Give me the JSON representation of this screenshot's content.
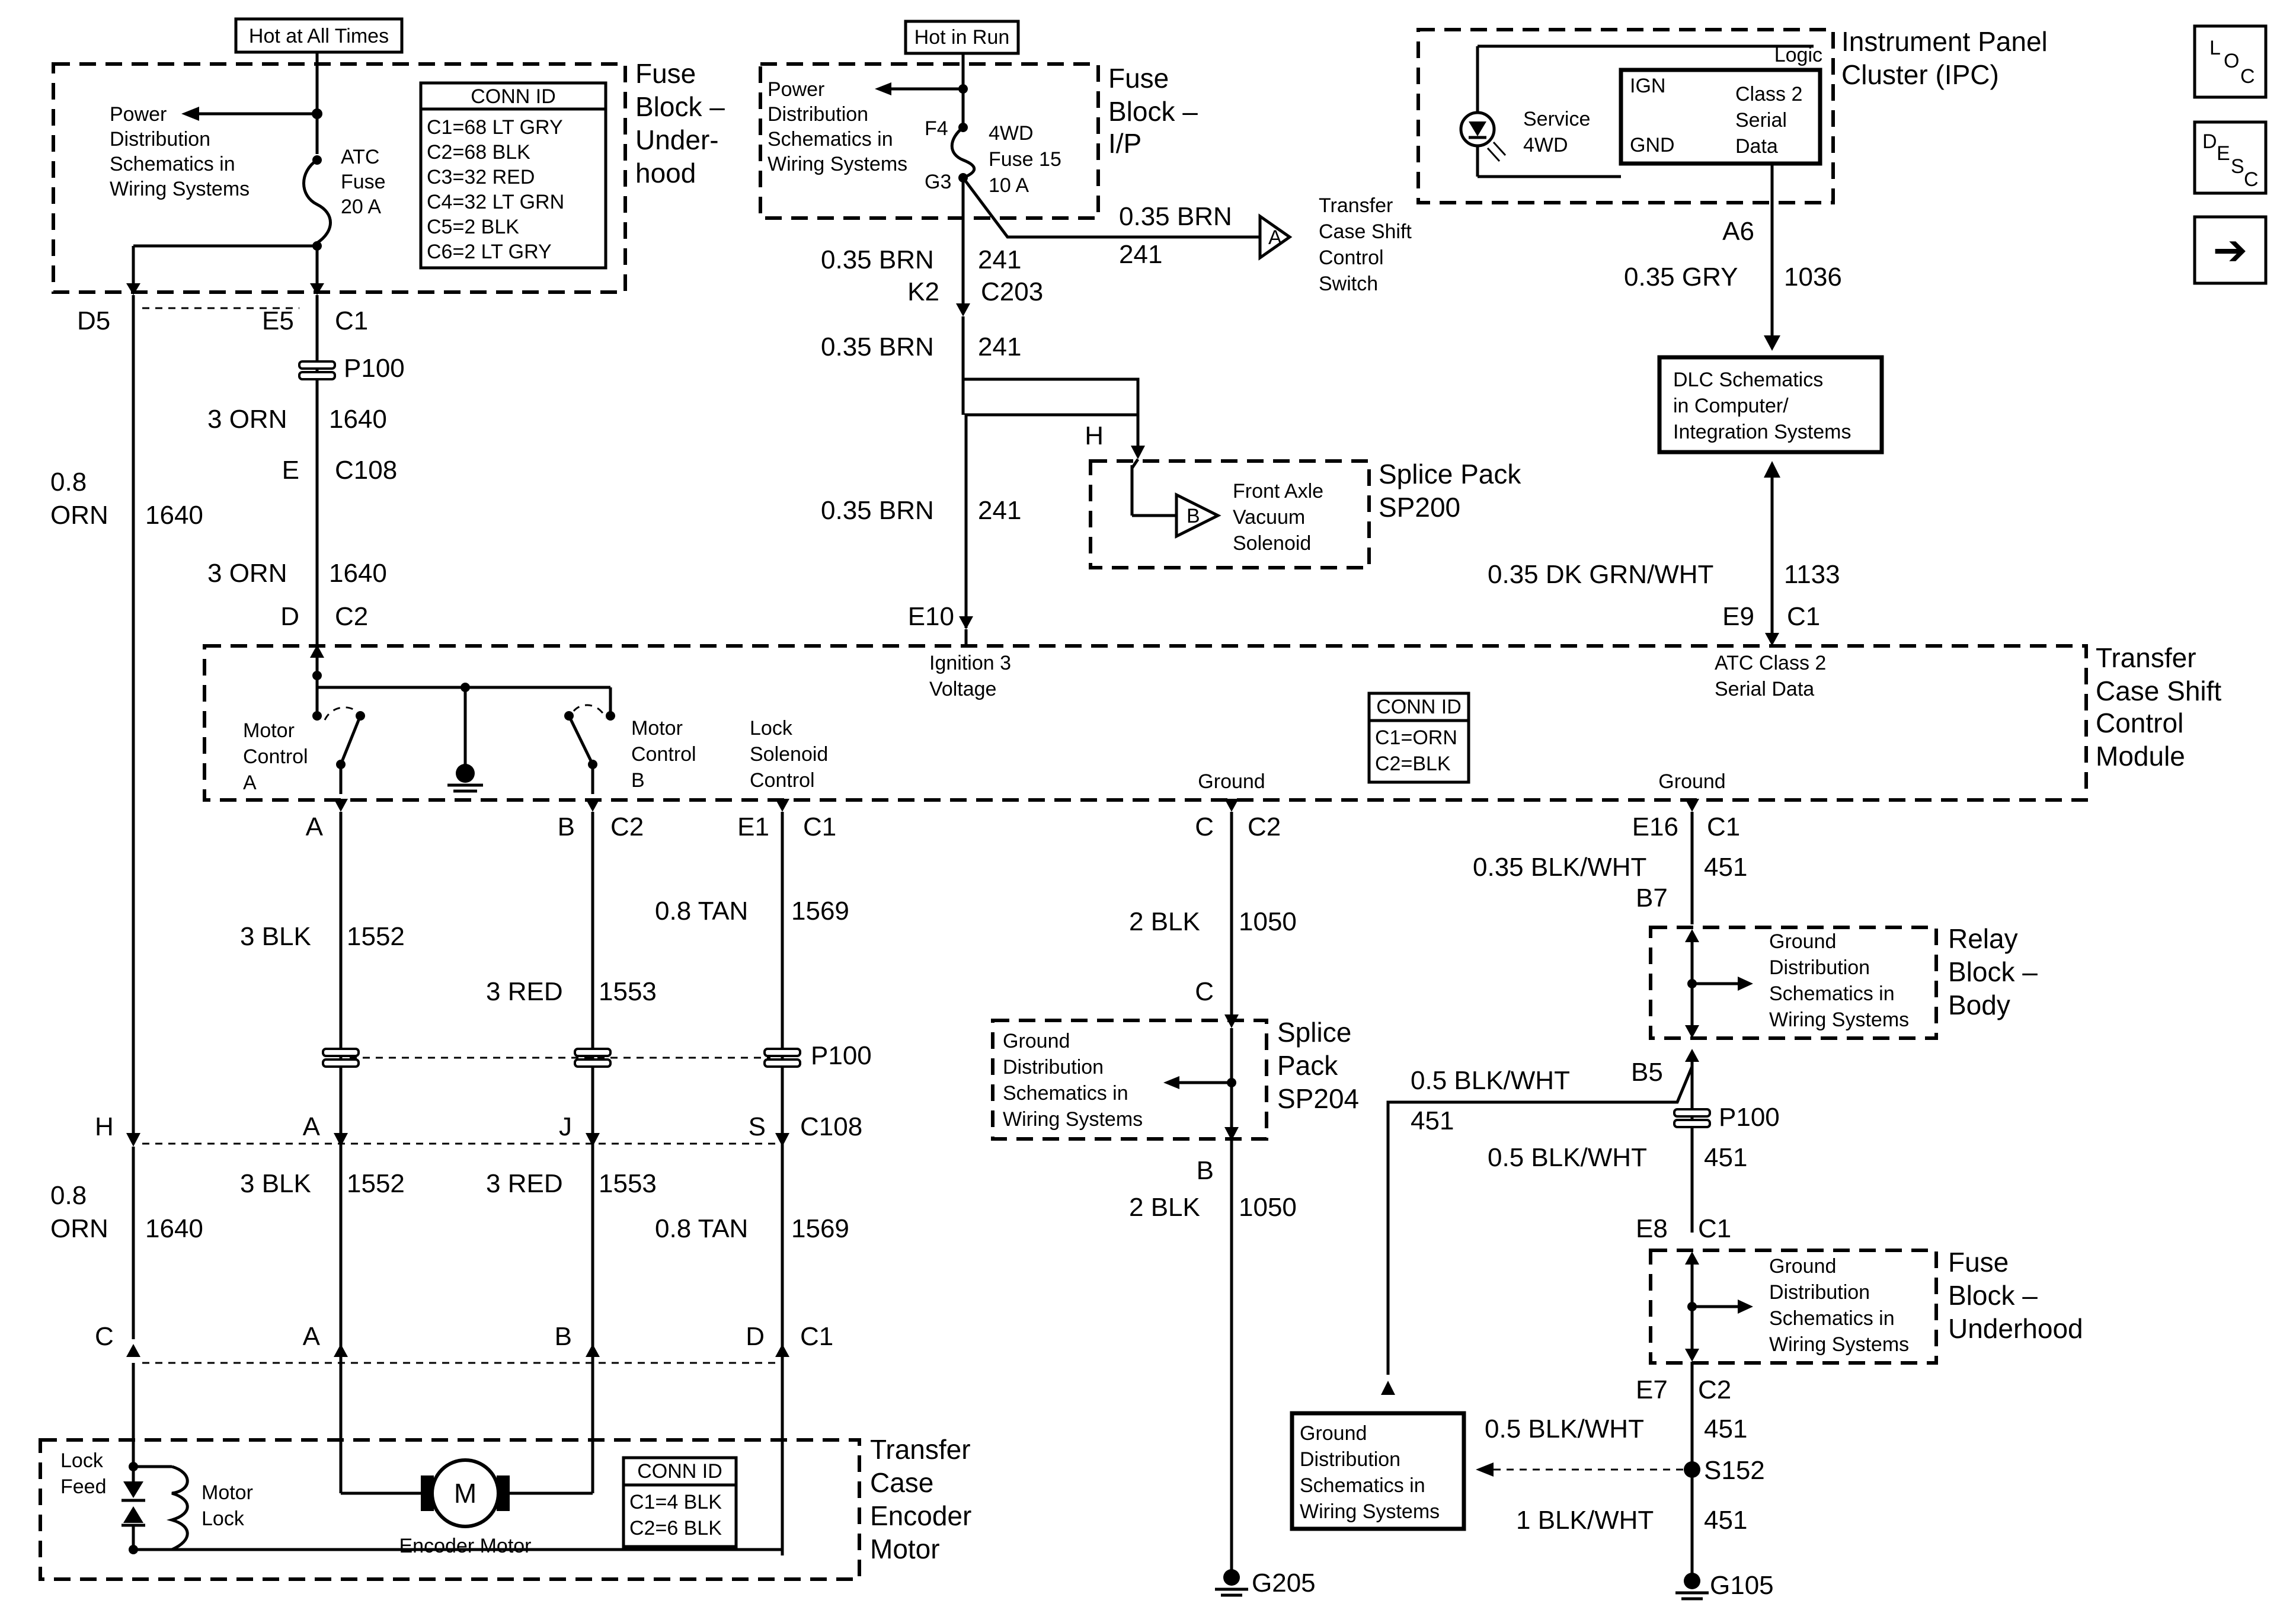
{
  "top": {
    "hot_all_times": "Hot at All Times",
    "hot_in_run": "Hot in Run"
  },
  "fuse_block_underhood": {
    "title": [
      "Fuse",
      "Block –",
      "Under-",
      "hood"
    ],
    "power_dist": [
      "Power",
      "Distribution",
      "Schematics in",
      "Wiring Systems"
    ],
    "fuse": [
      "ATC",
      "Fuse",
      "20 A"
    ],
    "conn_id_title": "CONN ID",
    "conn_ids": [
      "C1=68 LT GRY",
      "C2=68 BLK",
      "C3=32 RED",
      "C4=32 LT GRN",
      "C5=2 BLK",
      "C6=2 LT GRY"
    ]
  },
  "fuse_block_ip": {
    "title": [
      "Fuse",
      "Block –",
      "I/P"
    ],
    "power_dist": [
      "Power",
      "Distribution",
      "Schematics in",
      "Wiring Systems"
    ],
    "pin_top": "F4",
    "pin_bottom": "G3",
    "fuse": [
      "4WD",
      "Fuse 15",
      "10 A"
    ]
  },
  "ipc": {
    "title": [
      "Instrument Panel",
      "Cluster (IPC)"
    ],
    "logic": "Logic",
    "ign": "IGN",
    "gnd": "GND",
    "class2": [
      "Class 2",
      "Serial",
      "Data"
    ],
    "service": [
      "Service",
      "4WD"
    ]
  },
  "side_icons": {
    "loc": [
      "L",
      "O",
      "C"
    ],
    "desc": [
      "D",
      "E",
      "S",
      "C"
    ],
    "arrow": "➔"
  },
  "transfer_case_switch": {
    "connector": "A",
    "label": [
      "Transfer",
      "Case Shift",
      "Control",
      "Switch"
    ]
  },
  "dlc": {
    "label": [
      "DLC Schematics",
      "in Computer/",
      "Integration Systems"
    ]
  },
  "splice_sp200": {
    "title": [
      "Splice Pack",
      "SP200"
    ],
    "pin": "H",
    "connector": "B",
    "label": [
      "Front Axle",
      "Vacuum",
      "Solenoid"
    ]
  },
  "module": {
    "title": [
      "Transfer",
      "Case Shift",
      "Control",
      "Module"
    ],
    "ignition": [
      "Ignition 3",
      "Voltage"
    ],
    "atc_data": [
      "ATC Class 2",
      "Serial Data"
    ],
    "motor_a": [
      "Motor",
      "Control",
      "A"
    ],
    "motor_b": [
      "Motor",
      "Control",
      "B"
    ],
    "lock_solenoid": [
      "Lock",
      "Solenoid",
      "Control"
    ],
    "ground1": "Ground",
    "ground2": "Ground",
    "conn_id_title": "CONN ID",
    "conn_ids": [
      "C1=ORN",
      "C2=BLK"
    ]
  },
  "wires": {
    "d5": "D5",
    "e5": "E5",
    "c1_top": "C1",
    "p100_a": "P100",
    "orn3_a": "3 ORN",
    "w1640_a": "1640",
    "e_c108": "E",
    "c108_a": "C108",
    "orn08_a": [
      "0.8",
      "ORN"
    ],
    "w1640_left_a": "1640",
    "orn3_b": "3 ORN",
    "w1640_b": "1640",
    "d_pin": "D",
    "c2_pin": "C2",
    "brn_a": "0.35 BRN",
    "w241_a": "241",
    "k2": "K2",
    "c203": "C203",
    "brn_b": "0.35 BRN",
    "w241_b": "241",
    "brn_c": "0.35 BRN",
    "w241_c": "241",
    "brn_d": "0.35 BRN",
    "w241_d": "241",
    "e10": "E10",
    "a6": "A6",
    "gry": "0.35 GRY",
    "w1036": "1036",
    "dkgrn": "0.35 DK GRN/WHT",
    "w1133": "1133",
    "e9": "E9",
    "c1_e9": "C1",
    "pin_a": "A",
    "pin_b": "B",
    "c2_b": "C2",
    "e1": "E1",
    "c1_e1": "C1",
    "pin_c": "C",
    "c2_c": "C2",
    "e16": "E16",
    "c1_e16": "C1",
    "blk3_a": "3 BLK",
    "w1552_a": "1552",
    "red3_a": "3 RED",
    "w1553_a": "1553",
    "tan_a": "0.8 TAN",
    "w1569_a": "1569",
    "blk2_a": "2 BLK",
    "w1050_a": "1050",
    "blkwht035": "0.35 BLK/WHT",
    "w451_a": "451",
    "b7": "B7",
    "c_sp204": "C",
    "p100_b": "P100",
    "h_pin": "H",
    "a_pin2": "A",
    "j_pin": "J",
    "s_pin": "S",
    "c108_b": "C108",
    "blkwht05_a": "0.5 BLK/WHT",
    "w451_b": "451",
    "b5": "B5",
    "p100_c": "P100",
    "blkwht05_b": "0.5 BLK/WHT",
    "w451_c": "451",
    "orn08_b": [
      "0.8",
      "ORN"
    ],
    "w1640_left_b": "1640",
    "blk3_b": "3 BLK",
    "w1552_b": "1552",
    "red3_b": "3 RED",
    "w1553_b": "1553",
    "tan_b": "0.8 TAN",
    "w1569_b": "1569",
    "b_sp204": "B",
    "blk2_b": "2 BLK",
    "w1050_b": "1050",
    "e8": "E8",
    "c1_e8": "C1",
    "c_bot": "C",
    "a_bot": "A",
    "b_bot": "B",
    "d_bot": "D",
    "c1_bot": "C1",
    "e7": "E7",
    "c2_e7": "C2",
    "blkwht05_c": "0.5 BLK/WHT",
    "w451_d": "451",
    "s152": "S152",
    "blkwht1": "1 BLK/WHT",
    "w451_e": "451",
    "g205": "G205",
    "g105": "G105"
  },
  "splice_sp204": {
    "title": [
      "Splice",
      "Pack",
      "SP204"
    ],
    "label": [
      "Ground",
      "Distribution",
      "Schematics in",
      "Wiring Systems"
    ]
  },
  "relay_block": {
    "title": [
      "Relay",
      "Block –",
      "Body"
    ],
    "label": [
      "Ground",
      "Distribution",
      "Schematics in",
      "Wiring Systems"
    ]
  },
  "fuse_block_uh2": {
    "title": [
      "Fuse",
      "Block –",
      "Underhood"
    ],
    "label": [
      "Ground",
      "Distribution",
      "Schematics in",
      "Wiring Systems"
    ]
  },
  "ground_dist_box": {
    "label": [
      "Ground",
      "Distribution",
      "Schematics in",
      "Wiring Systems"
    ]
  },
  "encoder": {
    "title": [
      "Transfer",
      "Case",
      "Encoder",
      "Motor"
    ],
    "lock_feed": [
      "Lock",
      "Feed"
    ],
    "motor_lock": [
      "Motor",
      "Lock"
    ],
    "motor_symbol": "M",
    "encoder_motor": "Encoder Motor",
    "conn_id_title": "CONN ID",
    "conn_ids": [
      "C1=4 BLK",
      "C2=6 BLK"
    ]
  }
}
